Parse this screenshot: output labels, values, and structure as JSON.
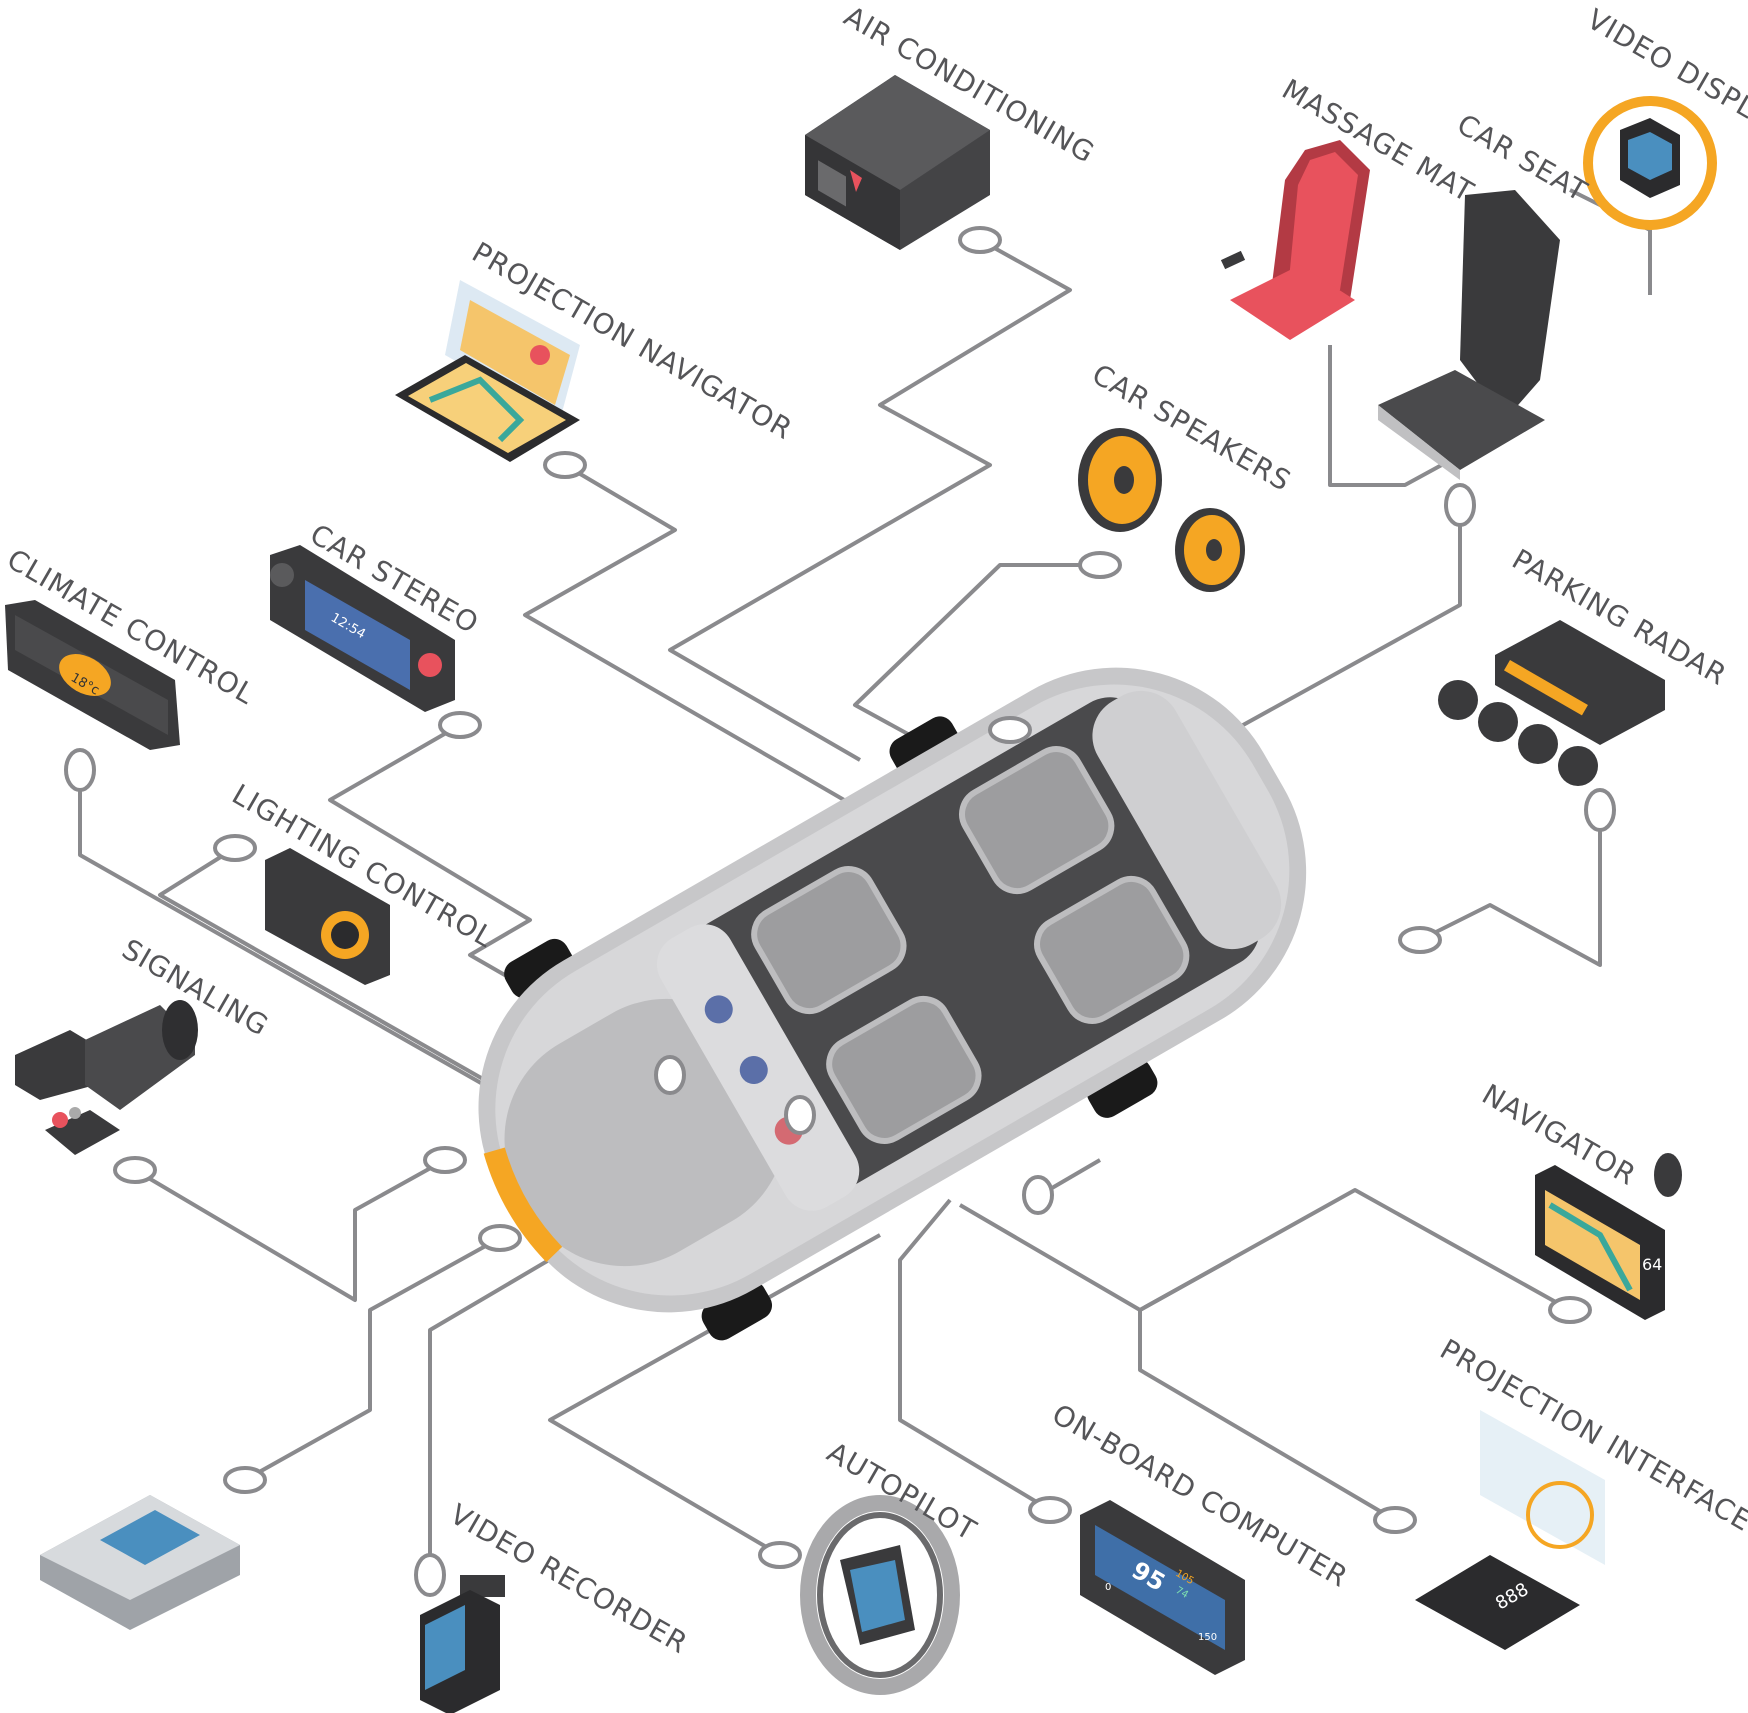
{
  "labels": {
    "air_conditioning": "AIR CONDITIONING",
    "video_display": "VIDEO DISPLAY",
    "massage_mat": "MASSAGE MAT",
    "car_seat": "CAR SEAT",
    "projection_navigator": "PROJECTION NAVIGATOR",
    "car_speakers": "CAR SPEAKERS",
    "car_stereo": "CAR STEREO",
    "climate_control": "CLIMATE CONTROL",
    "parking_radar": "PARKING RADAR",
    "lighting_control": "LIGHTING CONTROL",
    "signaling": "SIGNALING",
    "navigator": "NAVIGATOR",
    "projection_interface": "PROJECTION INTERFACE",
    "on_board_computer": "ON-BOARD COMPUTER",
    "autopilot": "AUTOPILOT",
    "video_recorder": "VIDEO RECORDER"
  },
  "device_readouts": {
    "stereo_clock": "12:54",
    "climate_temp": "18°c",
    "computer_speed": "95",
    "computer_small_1": "105",
    "computer_small_2": "74",
    "computer_scale_min": "0",
    "computer_scale_max": "150",
    "navigator_speed": "64",
    "hud_digits": "888"
  },
  "colors": {
    "accent": "#f5a623",
    "wire": "#8a8a8d",
    "label": "#555558",
    "car_body": "#c7c7c9",
    "massage": "#e8525d"
  }
}
